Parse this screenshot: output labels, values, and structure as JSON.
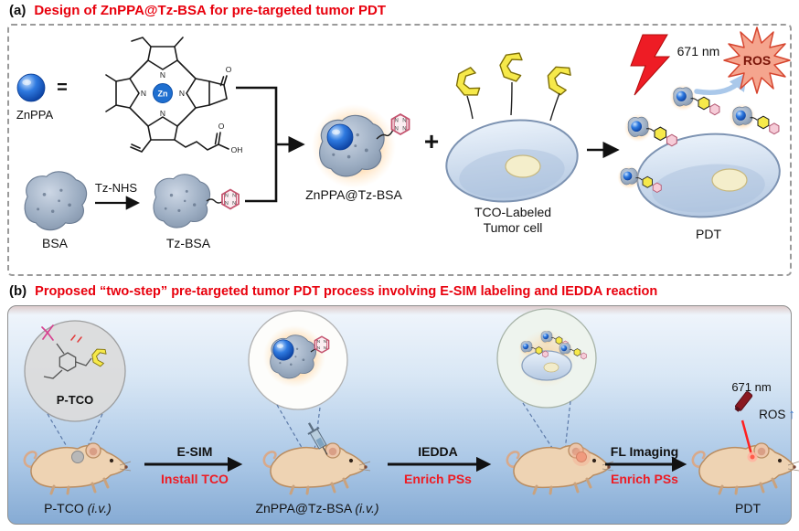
{
  "colors": {
    "title_red": "#e8000d",
    "step_red": "#ed1c24",
    "sphere_blue": "#1f6fd0",
    "hook_yellow": "#f6e94a",
    "tetrazine_pink": "#c4536e",
    "mouse_tan": "#eed3b3",
    "ros_burst_fill": "#f5a58e",
    "panel_b_top": "#eef4fb",
    "panel_b_bottom": "#86abd4"
  },
  "glyphs": {
    "zn": "Zn",
    "n": "N",
    "o": "O",
    "oh": "OH",
    "equals": "=",
    "plus": "+",
    "up_arrow": "↑"
  },
  "panel_a": {
    "tag": "(a)",
    "title": "Design of ZnPPA@Tz-BSA for pre-targeted tumor PDT",
    "znppa_label": "ZnPPA",
    "bsa_label": "BSA",
    "tz_nhs_label": "Tz-NHS",
    "tz_bsa_label": "Tz-BSA",
    "conjugate_label": "ZnPPA@Tz-BSA",
    "tco_cell_line1": "TCO-Labeled",
    "tco_cell_line2": "Tumor cell",
    "laser_label": "671 nm",
    "ros_label": "ROS",
    "pdt_label": "PDT"
  },
  "panel_b": {
    "tag": "(b)",
    "title": "Proposed “two-step” pre-targeted tumor PDT process involving E-SIM labeling and IEDDA reaction",
    "ptco_label": "P-TCO",
    "step1_name": "P-TCO",
    "iv": "(i.v.)",
    "arrow1_top": "E-SIM",
    "arrow1_bottom": "Install TCO",
    "step2_name": "ZnPPA@Tz-BSA",
    "arrow2_top": "IEDDA",
    "arrow2_bottom": "Enrich PSs",
    "arrow3_top": "FL Imaging",
    "arrow3_bottom": "Enrich PSs",
    "laser_label": "671 nm",
    "ros_label": "ROS",
    "pdt_label": "PDT"
  }
}
